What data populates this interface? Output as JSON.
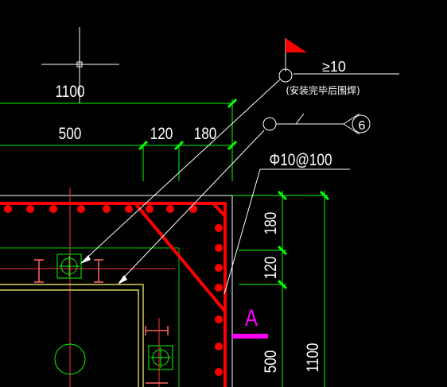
{
  "drawing": {
    "background": "#000000",
    "colors": {
      "dimension": "#00ff00",
      "rebar": "#ff0000",
      "axis": "#ff0000",
      "outline": "#ffffff",
      "column_outline": "#ffff66",
      "leader": "#ffffff",
      "section_mark": "#ff00ff",
      "flag": "#ff0000"
    },
    "dims_top": {
      "total": "1100",
      "d1": "500",
      "d2": "120",
      "d3": "180"
    },
    "dims_right": {
      "d1": "180",
      "d2": "120",
      "d3": "500",
      "total": "1100"
    },
    "notes": {
      "weld_length": "≥10",
      "weld_note": "(安装完毕后围焊)",
      "rebar_spec": "Φ10@100",
      "detail_ref": "6"
    },
    "section_label": "A",
    "icons": [
      "crosshair-cursor-icon",
      "flag-icon",
      "weld-symbol-icon"
    ]
  }
}
